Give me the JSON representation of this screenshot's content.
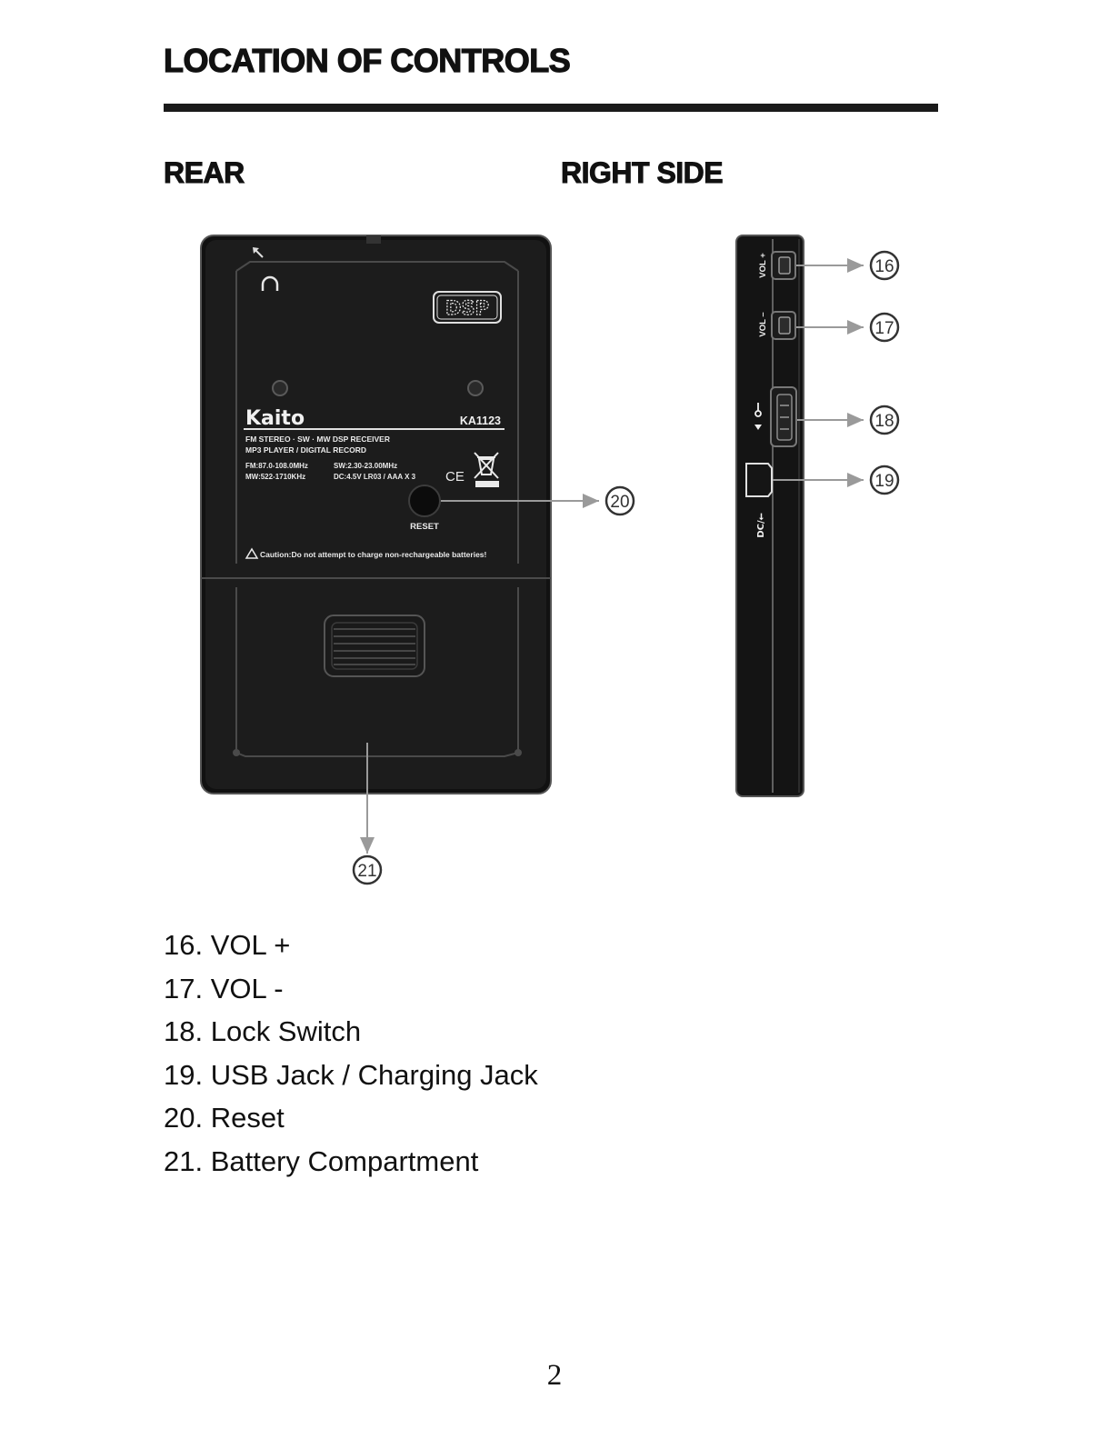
{
  "heading": "LOCATION OF CONTROLS",
  "views": {
    "rear": "REAR",
    "right_side": "RIGHT SIDE"
  },
  "device_rear": {
    "logo": "DSP",
    "brand": "Kaito",
    "model": "KA1123",
    "spec_line1": "FM STEREO · SW · MW DSP RECEIVER",
    "spec_line2": "MP3 PLAYER / DIGITAL RECORD",
    "fm_range": "FM:87.0-108.0MHz",
    "sw_range": "SW:2.30-23.00MHz",
    "mw_range": "MW:522-1710KHz",
    "dc_spec": "DC:4.5V LR03 / AAA X 3",
    "ce_mark": "CE",
    "reset_label": "RESET",
    "caution": "Caution:Do not attempt to charge non-rechargeable batteries!"
  },
  "device_side": {
    "vol_plus": "VOL +",
    "vol_minus": "VOL –",
    "dc_usb": "DC/⭠"
  },
  "callouts": [
    "16",
    "17",
    "18",
    "19",
    "20",
    "21"
  ],
  "legend": [
    "16. VOL +",
    "17. VOL -",
    "18. Lock Switch",
    "19. USB Jack / Charging Jack",
    "20. Reset",
    "21. Battery Compartment"
  ],
  "page_number": "2"
}
